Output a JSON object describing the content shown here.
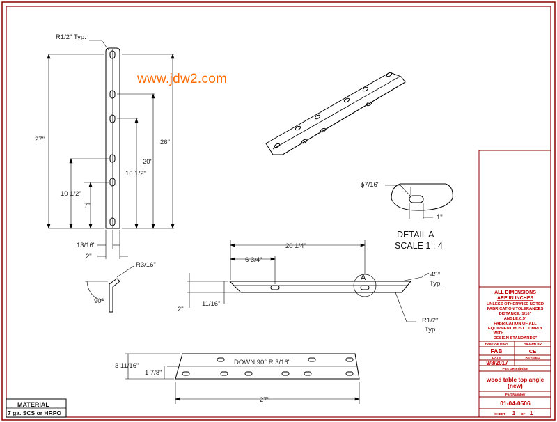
{
  "watermark": "www.jdw2.com",
  "colors": {
    "border": "#8b0000",
    "title_text": "#c00000",
    "watermark": "#ff6a00"
  },
  "views": {
    "side": {
      "radius_note": "R1/2\" Typ.",
      "dims": [
        "27\"",
        "26\"",
        "20\"",
        "16 1/2\"",
        "10 1/2\"",
        "7\"",
        "13/16\"",
        "2\""
      ]
    },
    "section": {
      "radius_note": "R3/16\"",
      "angle": "90°"
    },
    "front": {
      "dims": [
        "20 1/4\"",
        "6 3/4\"",
        "11/16\"",
        "2\""
      ],
      "angle_note": [
        "45°",
        "Typ."
      ],
      "radius_note": [
        "R1/2\"",
        "Typ."
      ]
    },
    "detail": {
      "diameter": "ϕ7/16\"",
      "slot_length": "1\"",
      "title": "DETAIL A",
      "scale": "SCALE 1 : 4",
      "callout": "A"
    },
    "flat": {
      "dims": [
        "3 11/16\"",
        "1 7/8\"",
        "27\""
      ],
      "note": "DOWN  90°  R 3/16\""
    }
  },
  "material": {
    "label": "MATERIAL",
    "value": "7 ga. SCS or HRPO"
  },
  "title_block": {
    "header": [
      "ALL DIMENSIONS",
      "ARE IN INCHES"
    ],
    "notes": [
      "UNLESS OTHERWISE NOTED",
      "FABRICATION TOLERANCES",
      "DISTANCE: 1/16\"",
      "ANGLE:0.5°",
      "FABRICATION OF ALL",
      "EQUIPMENT MUST COMPLY",
      "WITH",
      "DESIGN STANDARDS\""
    ],
    "type_label": "TYPE OF DWG",
    "type_value": "FAB",
    "drawn_label": "DRAWN BY",
    "drawn_value": "CE",
    "date_label": "DATE",
    "date_value": "9/8/2017",
    "revised_label": "REVISED",
    "revised_value": "",
    "description_label": "Part Description",
    "description_lines": [
      "wood table top angle",
      "(new)"
    ],
    "part_number_label": "Part Number",
    "part_number": "01-04-0506",
    "sheet_label": "SHEET",
    "sheet_number": "1",
    "of_label": "OF",
    "sheet_total": "1"
  }
}
